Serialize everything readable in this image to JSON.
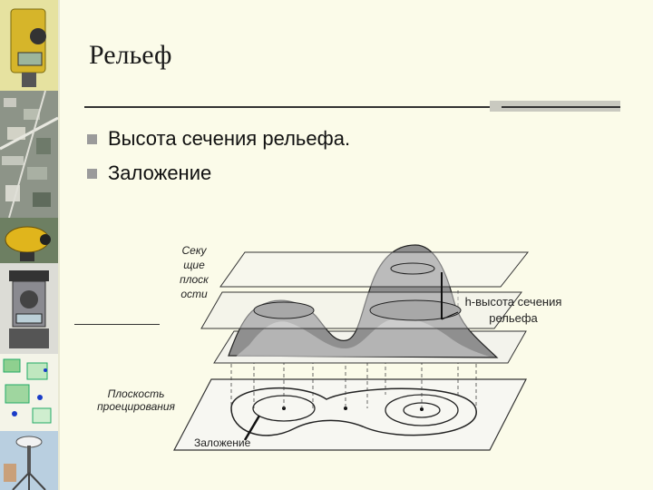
{
  "slide": {
    "title": "Рельеф",
    "bullets": [
      "Высота сечения рельефа.",
      "Заложение"
    ]
  },
  "figure": {
    "labels": {
      "secant_planes": [
        "Секу",
        "щие",
        "плоск",
        "ости"
      ],
      "section_height": [
        "h-высота сечения",
        "рельефа"
      ],
      "projection_plane": [
        "Плоскость",
        "проецирования"
      ],
      "spacing": "Заложение"
    }
  },
  "colors": {
    "background": "#fbfbe9",
    "bullet": "#9b9b9b",
    "title_bar": "#c9c9c0"
  },
  "icons": [
    "total-station-icon",
    "aerial-photo-icon",
    "level-instrument-icon",
    "theodolite-icon",
    "map-plan-icon",
    "gnss-receiver-icon"
  ]
}
